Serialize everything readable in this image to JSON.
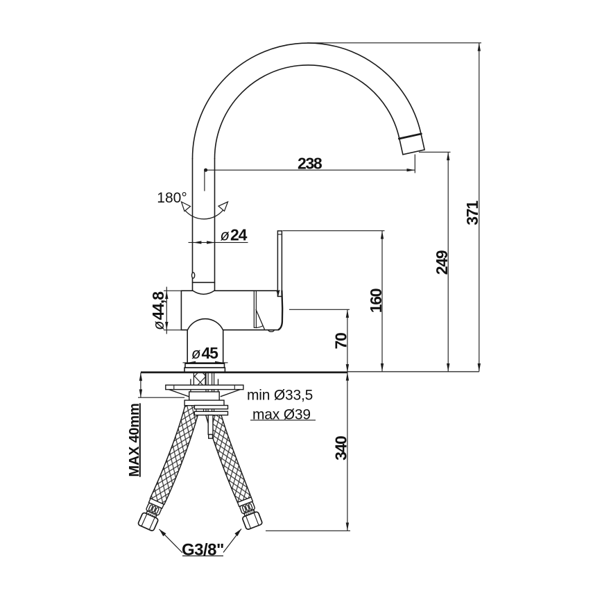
{
  "drawing": {
    "type": "faucet-installation-dimension-drawing",
    "line_color": "#1a1a1a",
    "background": "#ffffff",
    "dims": {
      "spout_reach": "238",
      "overall_height": "371",
      "outlet_height": "249",
      "lever_height": "160",
      "body_center_height": "70",
      "hose_length": "340",
      "swivel_angle": "180°",
      "diameter_symbol": "ø",
      "spout_pipe_diameter": "24",
      "body_diameter": "44,8",
      "base_diameter": "45",
      "counter_thickness_max": "MAX 40mm",
      "hole_diameter_min": "min Ø33,5",
      "hole_diameter_max": "max Ø39",
      "hose_thread": "G3/8\""
    }
  }
}
